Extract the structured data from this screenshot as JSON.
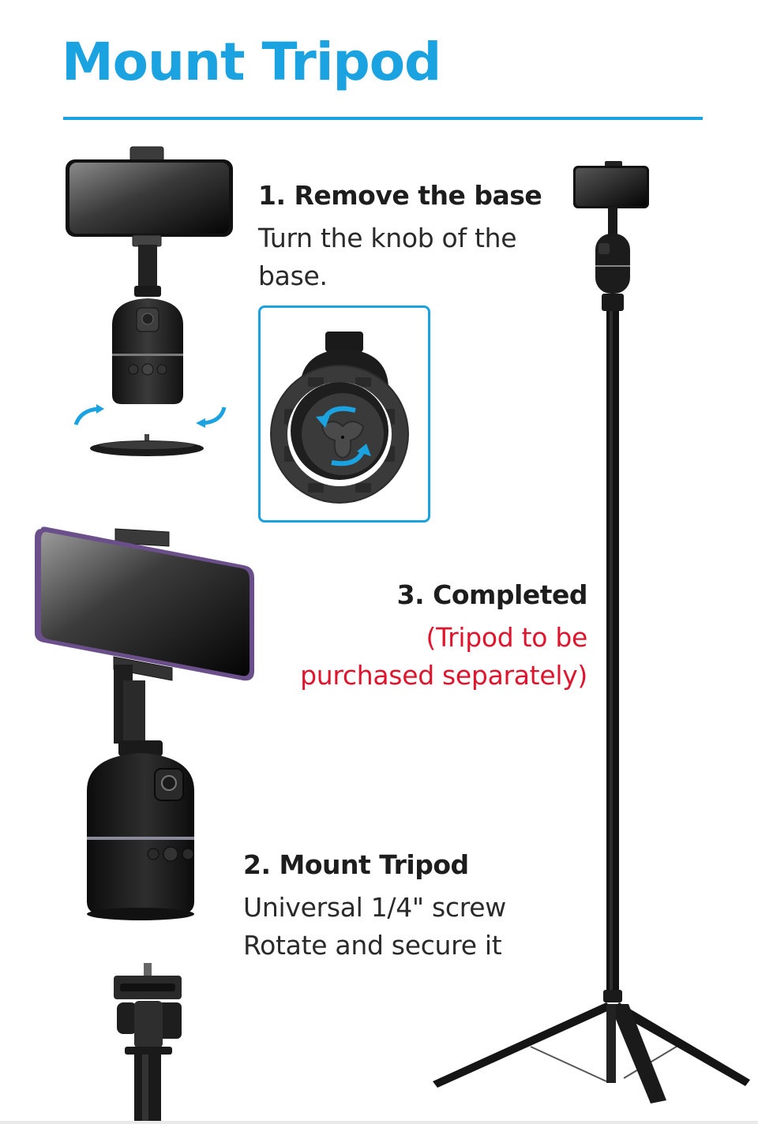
{
  "page": {
    "title": "Mount Tripod",
    "accent_color": "#1aa3e0",
    "note_color": "#e0142c"
  },
  "steps": [
    {
      "number": "1",
      "title": "1. Remove the base",
      "lines": [
        "Turn the knob of the",
        "base."
      ]
    },
    {
      "number": "2",
      "title": "2. Mount Tripod",
      "lines": [
        "Universal 1/4\" screw",
        "Rotate and secure it"
      ]
    },
    {
      "number": "3",
      "title": "3. Completed",
      "note_lines": [
        "(Tripod to be",
        "purchased separately)"
      ]
    }
  ],
  "images": {
    "step1_product": "phone-tracking-holder-with-base-removed",
    "step1_inset": "base-knob-rotation-closeup",
    "step2_product": "phone-holder-above-tripod-screw",
    "step3_product": "holder-mounted-on-extended-tripod"
  }
}
